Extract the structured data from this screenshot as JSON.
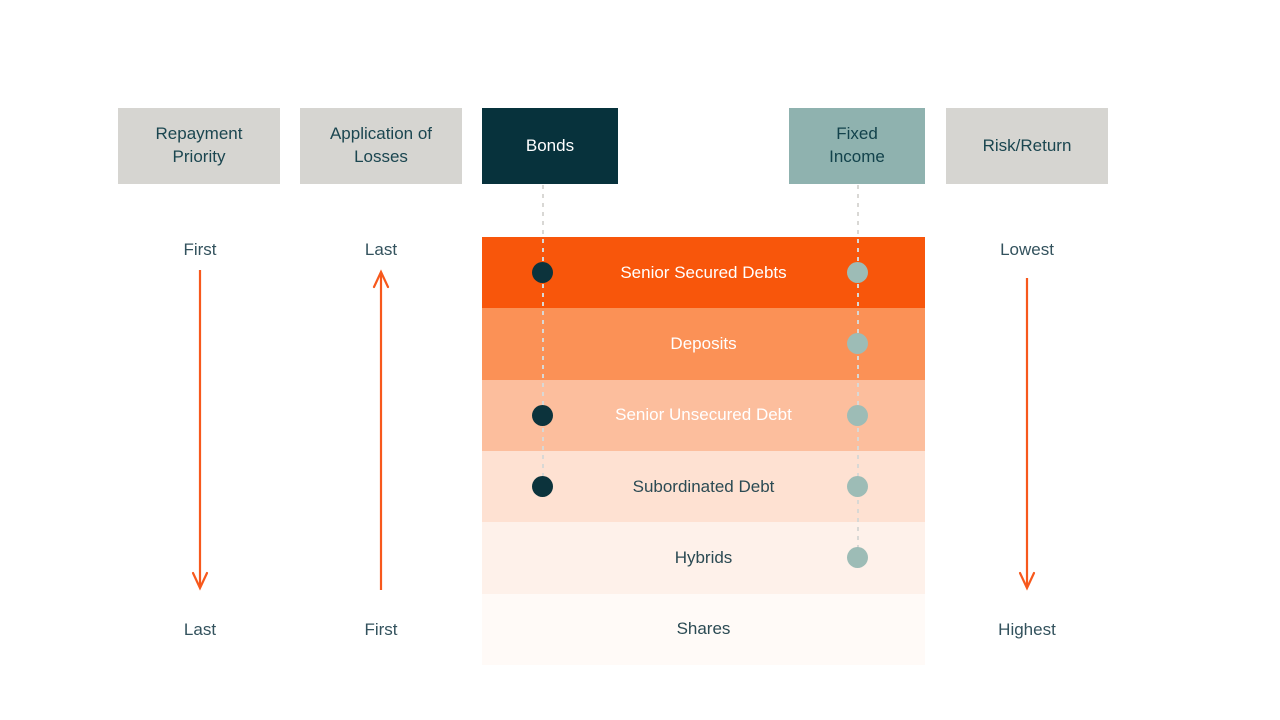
{
  "headers": [
    {
      "label": "Repayment Priority",
      "bg": "#D6D5D1",
      "text_color": "#1B4650"
    },
    {
      "label": "Application of Losses",
      "bg": "#D6D5D1",
      "text_color": "#1B4650"
    },
    {
      "label": "Bonds",
      "bg": "#07323C",
      "text_color": "#FFFFFF"
    },
    {
      "label": "Fixed Income",
      "bg": "#8FB2AF",
      "text_color": "#12424B"
    },
    {
      "label": "Risk/Return",
      "bg": "#D6D5D1",
      "text_color": "#1B4650"
    }
  ],
  "axes": [
    {
      "name": "repayment-priority",
      "top_label": "First",
      "bottom_label": "Last",
      "arrow_direction": "down"
    },
    {
      "name": "application-of-losses",
      "top_label": "Last",
      "bottom_label": "First",
      "arrow_direction": "up"
    },
    {
      "name": "risk-return",
      "top_label": "Lowest",
      "bottom_label": "Highest",
      "arrow_direction": "down"
    }
  ],
  "bands": [
    {
      "label": "Senior Secured Debts",
      "bg": "#F8560B",
      "text_color": "#FFFFFF",
      "bonds": true,
      "fixed_income": true
    },
    {
      "label": "Deposits",
      "bg": "#FB9156",
      "text_color": "#FFFFFF",
      "bonds": false,
      "fixed_income": true
    },
    {
      "label": "Senior Unsecured Debt",
      "bg": "#FCBE9D",
      "text_color": "#FFFFFF",
      "bonds": true,
      "fixed_income": true
    },
    {
      "label": "Subordinated Debt",
      "bg": "#FEE1D2",
      "text_color": "#2B4A53",
      "bonds": true,
      "fixed_income": true
    },
    {
      "label": "Hybrids",
      "bg": "#FEF1EA",
      "text_color": "#2B4A53",
      "bonds": false,
      "fixed_income": true
    },
    {
      "label": "Shares",
      "bg": "#FFFAF7",
      "text_color": "#2B4A53",
      "bonds": false,
      "fixed_income": false
    }
  ],
  "dot_colors": {
    "bonds": "#0C333C",
    "fixed_income": "#9DBCB6"
  },
  "arrow_color": "#F7581C",
  "dash_line_color": "#D9D8D5"
}
